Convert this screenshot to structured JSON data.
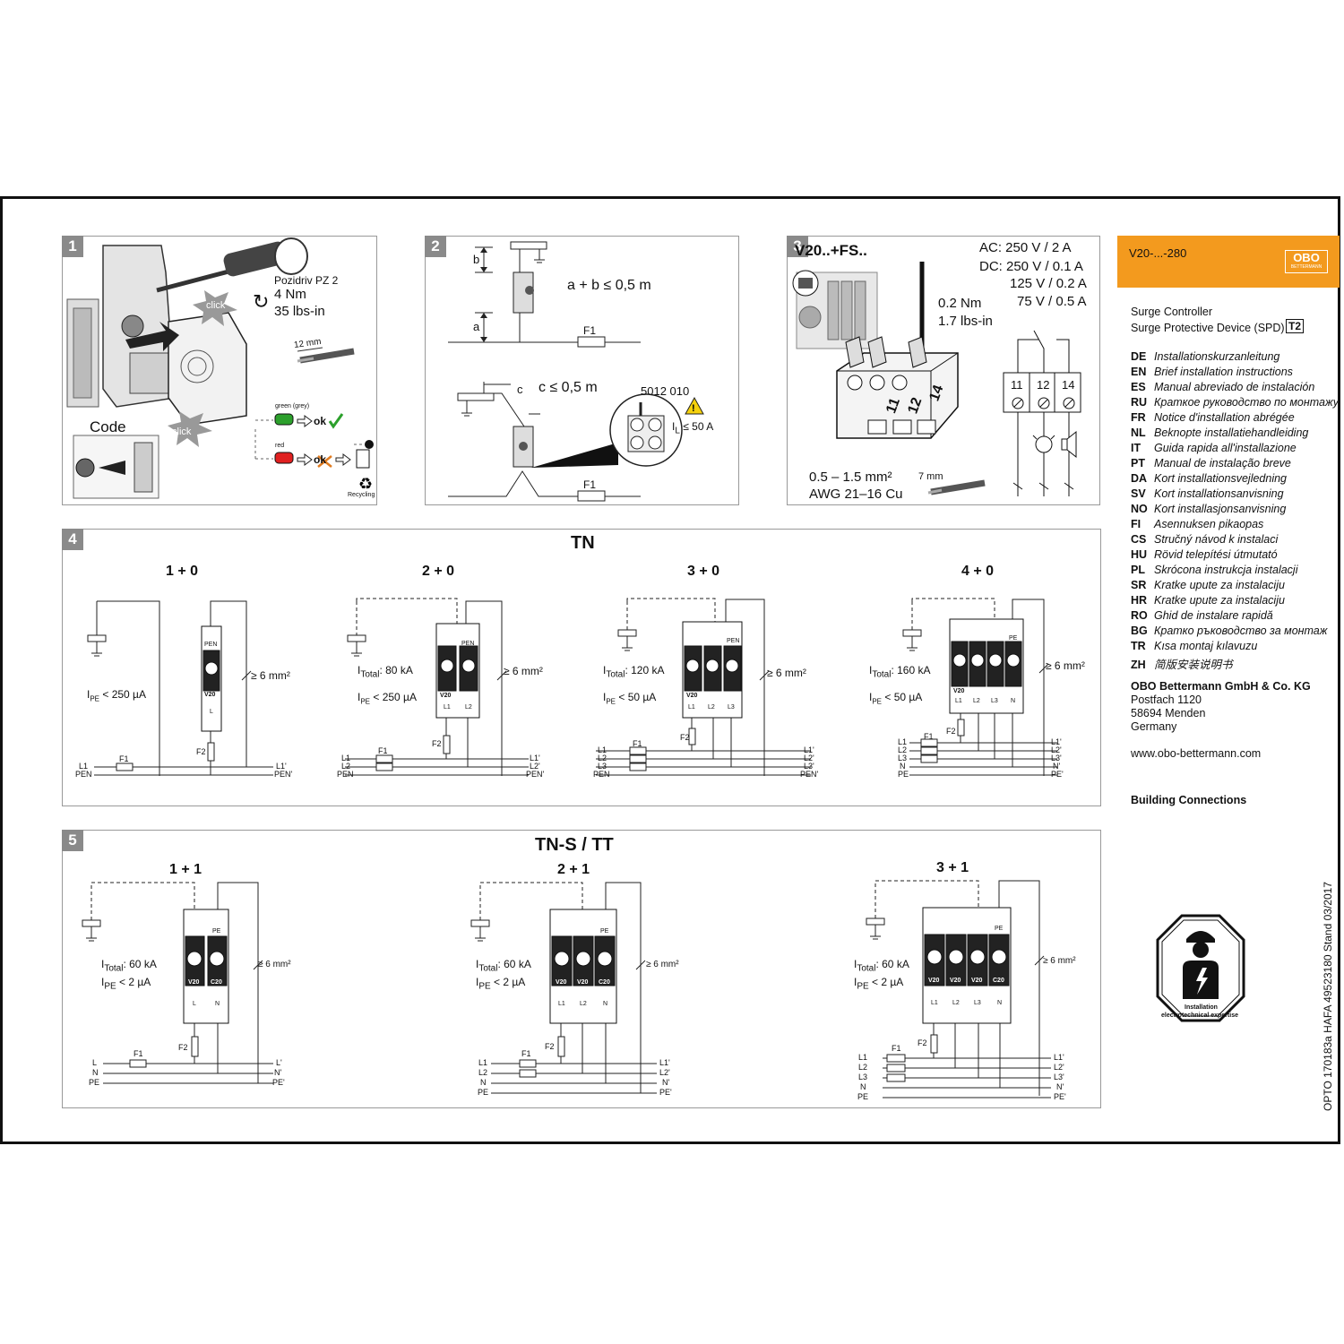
{
  "panel1": {
    "num": "1",
    "tool": "Pozidriv PZ 2",
    "torque_nm": "4 Nm",
    "torque_lbs": "35 lbs-in",
    "strip": "12 mm",
    "click1": "click",
    "click2": "click",
    "code": "Code",
    "green": "green (grey)",
    "ok": "ok",
    "red": "red",
    "okx": "ok",
    "recycling": "Recycling"
  },
  "panel2": {
    "num": "2",
    "b": "b",
    "a": "a",
    "formula1": "a + b ≤ 0,5 m",
    "f1a": "F1",
    "c": "c",
    "formula2": "c ≤ 0,5 m",
    "part": "5012 010",
    "il": "I",
    "il_sub": "L",
    "il_val": "≤ 50 A",
    "f1b": "F1"
  },
  "panel3": {
    "num": "3",
    "title": "V20..+FS..",
    "ac": "AC:  250 V / 2 A",
    "dc": "DC: 250 V / 0.1 A",
    "dc2": "125 V / 0.2 A",
    "dc3": "75 V / 0.5 A",
    "torque_nm": "0.2 Nm",
    "torque_lbs": "1.7 lbs-in",
    "t11": "11",
    "t12": "12",
    "t14": "14",
    "c11": "11",
    "c12": "12",
    "c14": "14",
    "wire1": "0.5 – 1.5 mm²",
    "wire2": "AWG 21–16 Cu",
    "strip": "7 mm"
  },
  "panel4": {
    "num": "4",
    "title": "TN",
    "d1": {
      "title": "1 + 0",
      "ipe": "< 250 µA",
      "mm": "≥ 6 mm²",
      "f1": "F1",
      "f2": "F2",
      "l1": "L1",
      "pen": "PEN",
      "l1p": "L1'",
      "penp": "PEN'",
      "mod_top": "PEN",
      "mod_bot": "L",
      "mod_lbl": "V20"
    },
    "d2": {
      "title": "2 + 0",
      "itotal": ": 80 kA",
      "ipe": "< 250 µA",
      "mm": "≥ 6 mm²",
      "f1": "F1",
      "f2": "F2",
      "l1": "L1",
      "l2": "L2",
      "pen": "PEN",
      "l1p": "L1'",
      "l2p": "L2'",
      "penp": "PEN'",
      "mod_top": "PEN",
      "b1": "L1",
      "b2": "L2",
      "mod_lbl": "V20"
    },
    "d3": {
      "title": "3 + 0",
      "itotal": ": 120 kA",
      "ipe": "< 50 µA",
      "mm": "≥ 6 mm²",
      "f1": "F1",
      "f2": "F2",
      "l1": "L1",
      "l2": "L2",
      "l3": "L3",
      "pen": "PEN",
      "l1p": "L1'",
      "l2p": "L2'",
      "l3p": "L3'",
      "penp": "PEN'",
      "mod_top": "PEN",
      "b1": "L1",
      "b2": "L2",
      "b3": "L3",
      "mod_lbl": "V20"
    },
    "d4": {
      "title": "4 + 0",
      "itotal": ": 160 kA",
      "ipe": "< 50 µA",
      "mm": "≥ 6 mm²",
      "f1": "F1",
      "f2": "F2",
      "l1": "L1",
      "l2": "L2",
      "l3": "L3",
      "n": "N",
      "pe": "PE",
      "l1p": "L1'",
      "l2p": "L2'",
      "l3p": "L3'",
      "np": "N'",
      "pep": "PE'",
      "mod_top": "PE",
      "b1": "L1",
      "b2": "L2",
      "b3": "L3",
      "b4": "N",
      "mod_lbl": "V20"
    }
  },
  "panel5": {
    "num": "5",
    "title": "TN-S / TT",
    "d1": {
      "title": "1 + 1",
      "itotal": ": 60 kA",
      "ipe": "< 2 µA",
      "mm": "≥ 6 mm²",
      "f1": "F1",
      "f2": "F2",
      "l": "L",
      "n": "N",
      "pe": "PE",
      "lp": "L'",
      "np": "N'",
      "pep": "PE'",
      "mod_top": "PE",
      "b1": "L",
      "b2": "N",
      "m1": "V20",
      "m2": "C20"
    },
    "d2": {
      "title": "2 + 1",
      "itotal": ": 60 kA",
      "ipe": "< 2 µA",
      "mm": "≥ 6 mm²",
      "f1": "F1",
      "f2": "F2",
      "l1": "L1",
      "l2": "L2",
      "n": "N",
      "pe": "PE",
      "l1p": "L1'",
      "l2p": "L2'",
      "np": "N'",
      "pep": "PE'",
      "mod_top": "PE",
      "b1": "L1",
      "b2": "L2",
      "b3": "N",
      "m1": "V20",
      "m2": "V20",
      "m3": "C20"
    },
    "d3": {
      "title": "3 + 1",
      "itotal": ": 60 kA",
      "ipe": "< 2 µA",
      "mm": "≥ 6 mm²",
      "f1": "F1",
      "f2": "F2",
      "l1": "L1",
      "l2": "L2",
      "l3": "L3",
      "n": "N",
      "pe": "PE",
      "l1p": "L1'",
      "l2p": "L2'",
      "l3p": "L3'",
      "np": "N'",
      "pep": "PE'",
      "mod_top": "PE",
      "b1": "L1",
      "b2": "L2",
      "b3": "L3",
      "b4": "N",
      "m1": "V20",
      "m2": "V20",
      "m3": "V20",
      "m4": "C20"
    }
  },
  "labels": {
    "itotal": "I",
    "itotal_sub": "Total",
    "ipe": "I",
    "ipe_sub": "PE"
  },
  "sidebar": {
    "product": "V20-...-280",
    "logo": "OBO",
    "logo_sub": "BETTERMANN",
    "line1": "Surge Controller",
    "line2": "Surge Protective Device (SPD)",
    "class": "T2",
    "languages": [
      {
        "code": "DE",
        "text": "Installationskurzanleitung"
      },
      {
        "code": "EN",
        "text": "Brief installation instructions"
      },
      {
        "code": "ES",
        "text": "Manual abreviado de instalación"
      },
      {
        "code": "RU",
        "text": "Краткое руководство по монтажу"
      },
      {
        "code": "FR",
        "text": "Notice d'installation abrégée"
      },
      {
        "code": "NL",
        "text": "Beknopte installatiehandleiding"
      },
      {
        "code": "IT",
        "text": "Guida rapida all'installazione"
      },
      {
        "code": "PT",
        "text": "Manual de instalação breve"
      },
      {
        "code": "DA",
        "text": "Kort installationsvejledning"
      },
      {
        "code": "SV",
        "text": "Kort installationsanvisning"
      },
      {
        "code": "NO",
        "text": "Kort installasjonsanvisning"
      },
      {
        "code": "FI",
        "text": "Asennuksen pikaopas"
      },
      {
        "code": "CS",
        "text": "Stručný návod k instalaci"
      },
      {
        "code": "HU",
        "text": "Rövid telepítési útmutató"
      },
      {
        "code": "PL",
        "text": "Skrócona instrukcja instalacji"
      },
      {
        "code": "SR",
        "text": "Kratke upute za instalaciju"
      },
      {
        "code": "HR",
        "text": "Kratke upute za instalaciju"
      },
      {
        "code": "RO",
        "text": "Ghid de instalare rapidă"
      },
      {
        "code": "BG",
        "text": "Кратко ръководство за монтаж"
      },
      {
        "code": "TR",
        "text": "Kısa montaj kılavuzu"
      },
      {
        "code": "ZH",
        "text": "简版安装说明书"
      }
    ],
    "company": "OBO Bettermann GmbH & Co. KG",
    "addr1": "Postfach 1120",
    "addr2": "58694 Menden",
    "addr3": "Germany",
    "web": "www.obo-bettermann.com",
    "tagline": "Building Connections",
    "badge1": "Installation",
    "badge2": "electrotechnical expertise",
    "vertical": "OPTO 170183a   HAFA 49523180   Stand 03/2017"
  }
}
